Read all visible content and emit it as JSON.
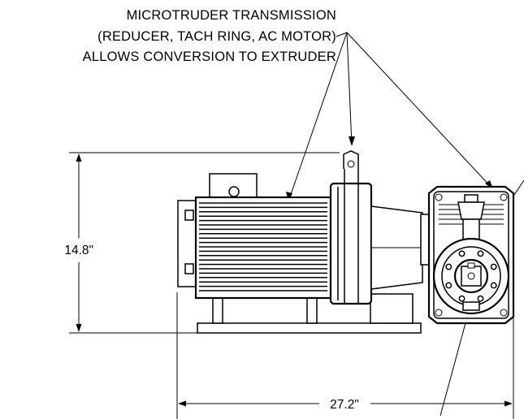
{
  "callout": {
    "line1": "MICROTRUDER TRANSMISSION",
    "line2": "(REDUCER, TACH RING, AC MOTOR)",
    "line3": "ALLOWS CONVERSION TO EXTRUDER"
  },
  "dimensions": {
    "height": "14.8\"",
    "width": "27.2\""
  }
}
